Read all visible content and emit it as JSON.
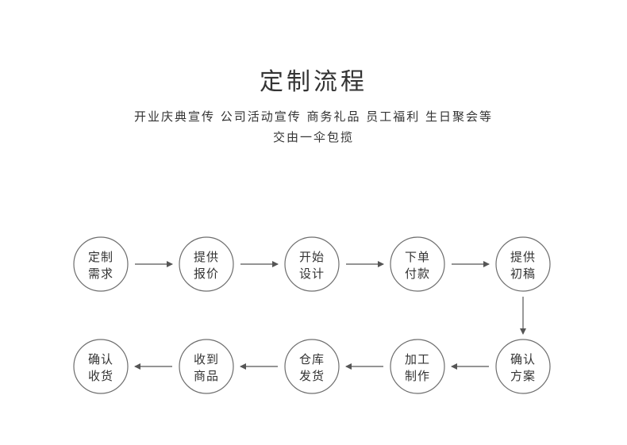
{
  "header": {
    "title": "定制流程",
    "subtitle_line1": "开业庆典宣传 公司活动宣传 商务礼品 员工福利 生日聚会等",
    "subtitle_line2": "交由一伞包揽"
  },
  "colors": {
    "circle_stroke": "#6e6e6e",
    "arrow": "#555555",
    "text": "#333333"
  },
  "steps": [
    {
      "id": "s1",
      "line1": "定制",
      "line2": "需求"
    },
    {
      "id": "s2",
      "line1": "提供",
      "line2": "报价"
    },
    {
      "id": "s3",
      "line1": "开始",
      "line2": "设计"
    },
    {
      "id": "s4",
      "line1": "下单",
      "line2": "付款"
    },
    {
      "id": "s5",
      "line1": "提供",
      "line2": "初稿"
    },
    {
      "id": "s6",
      "line1": "确认",
      "line2": "方案"
    },
    {
      "id": "s7",
      "line1": "加工",
      "line2": "制作"
    },
    {
      "id": "s8",
      "line1": "仓库",
      "line2": "发货"
    },
    {
      "id": "s9",
      "line1": "收到",
      "line2": "商品"
    },
    {
      "id": "s10",
      "line1": "确认",
      "line2": "收货"
    }
  ]
}
